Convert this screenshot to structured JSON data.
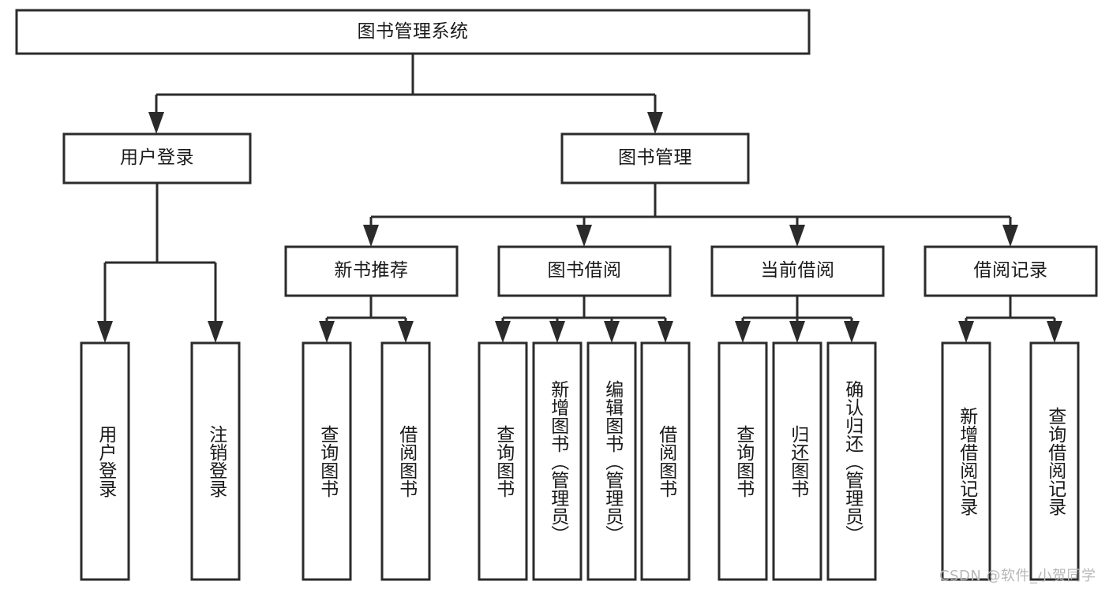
{
  "diagram": {
    "type": "tree-hierarchy-chart",
    "title": "图书管理系统",
    "orientation": "top-down",
    "levels": 4,
    "colors": {
      "box_stroke": "#2b2b2b",
      "box_fill": "#ffffff",
      "connector": "#2b2b2b",
      "text": "#1a1a1a",
      "background": "#ffffff",
      "watermark": "#b8b8b8"
    },
    "root": {
      "label": "图书管理系统",
      "text_direction": "horizontal"
    },
    "level2": [
      {
        "label": "用户登录",
        "text_direction": "horizontal"
      },
      {
        "label": "图书管理",
        "text_direction": "horizontal"
      }
    ],
    "level3": [
      {
        "label": "新书推荐",
        "text_direction": "horizontal"
      },
      {
        "label": "图书借阅",
        "text_direction": "horizontal"
      },
      {
        "label": "当前借阅",
        "text_direction": "horizontal"
      },
      {
        "label": "借阅记录",
        "text_direction": "horizontal"
      }
    ],
    "leaves": {
      "user_login": [
        {
          "label": "用户登录",
          "text_direction": "vertical"
        },
        {
          "label": "注销登录",
          "text_direction": "vertical"
        }
      ],
      "new_book_recommend": [
        {
          "label": "查询图书",
          "text_direction": "vertical"
        },
        {
          "label": "借阅图书",
          "text_direction": "vertical"
        }
      ],
      "book_borrow": [
        {
          "label": "查询图书",
          "text_direction": "vertical"
        },
        {
          "label": "新增图书（管理员）",
          "text_direction": "vertical"
        },
        {
          "label": "编辑图书（管理员）",
          "text_direction": "vertical"
        },
        {
          "label": "借阅图书",
          "text_direction": "vertical"
        }
      ],
      "current_borrow": [
        {
          "label": "查询图书",
          "text_direction": "vertical"
        },
        {
          "label": "归还图书",
          "text_direction": "vertical"
        },
        {
          "label": "确认归还（管理员）",
          "text_direction": "vertical"
        }
      ],
      "borrow_record": [
        {
          "label": "新增借阅记录",
          "text_direction": "vertical"
        },
        {
          "label": "查询借阅记录",
          "text_direction": "vertical"
        }
      ]
    }
  },
  "watermark": {
    "text": "CSDN @软件_小贺同学"
  }
}
